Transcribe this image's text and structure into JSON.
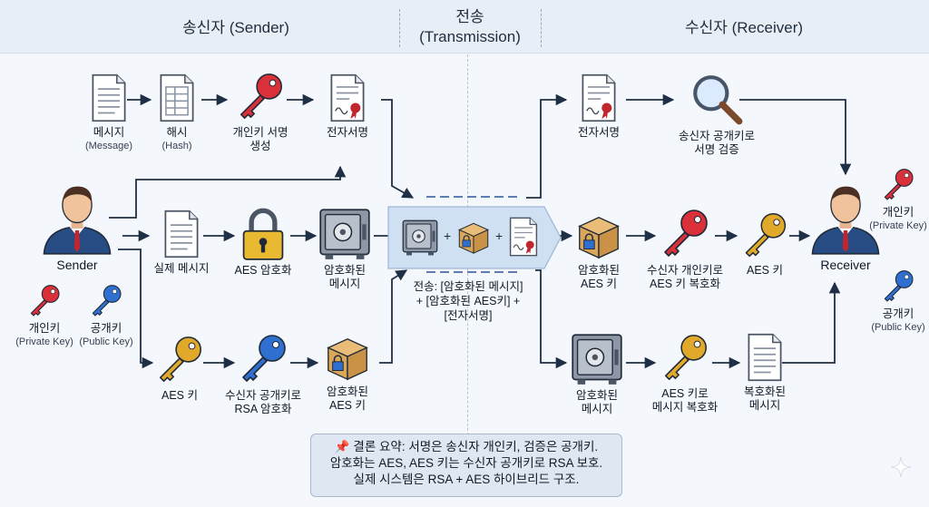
{
  "header": {
    "sender_title": "송신자 (Sender)",
    "transmission_title_1": "전송",
    "transmission_title_2": "(Transmission)",
    "receiver_title": "수신자 (Receiver)"
  },
  "sender": {
    "message": {
      "label": "메시지",
      "sub": "(Message)"
    },
    "hash": {
      "label": "해시",
      "sub": "(Hash)"
    },
    "sign": {
      "label1": "개인키 서명",
      "label2": "생성"
    },
    "signature": {
      "label": "전자서명"
    },
    "person": {
      "label": "Sender"
    },
    "private_key": {
      "label": "개인키",
      "sub": "(Private Key)"
    },
    "public_key": {
      "label": "공개키",
      "sub": "(Public Key)"
    },
    "real_message": {
      "label": "실제 메시지"
    },
    "aes_encrypt": {
      "label": "AES 암호화"
    },
    "encrypted_message": {
      "label1": "암호화된",
      "label2": "메시지"
    },
    "aes_key": {
      "label": "AES 키"
    },
    "rsa_encrypt": {
      "label1": "수신자 공개키로",
      "label2": "RSA 암호화"
    },
    "encrypted_aes_key": {
      "label1": "암호화된",
      "label2": "AES 키"
    }
  },
  "transmission": {
    "line1": "전송: [암호화된 메시지]",
    "line2": "+ [암호화된 AES키] +",
    "line3": "[전자서명]",
    "plus": "+"
  },
  "receiver": {
    "signature": {
      "label": "전자서명"
    },
    "verify": {
      "label1": "송신자 공개키로",
      "label2": "서명 검증"
    },
    "encrypted_aes_key": {
      "label1": "암호화된",
      "label2": "AES 키"
    },
    "decrypt_key": {
      "label1": "수신자 개인키로",
      "label2": "AES 키 복호화"
    },
    "aes_key": {
      "label": "AES 키"
    },
    "person": {
      "label": "Receiver"
    },
    "private_key": {
      "label": "개인키",
      "sub": "(Private Key)"
    },
    "public_key": {
      "label": "공개키",
      "sub": "(Public Key)"
    },
    "encrypted_message": {
      "label1": "암호화된",
      "label2": "메시지"
    },
    "decrypt_message": {
      "label1": "AES 키로",
      "label2": "메시지 복호화"
    },
    "decrypted_message": {
      "label1": "복호화된",
      "label2": "메시지"
    }
  },
  "summary": {
    "pin": "📌",
    "line1": "결론 요약: 서명은 송신자 개인키, 검증은 공개키.",
    "line2": "암호화는 AES, AES 키는 수신자 공개키로 RSA 보호.",
    "line3": "실제 시스템은 RSA + AES 하이브리드 구조."
  },
  "colors": {
    "key_red": "#d9303a",
    "key_blue": "#2f6fd0",
    "key_gold": "#e0a92a",
    "lock_gold": "#e8b931",
    "box_tan": "#d9a65a",
    "arrow": "#1f2f46"
  }
}
